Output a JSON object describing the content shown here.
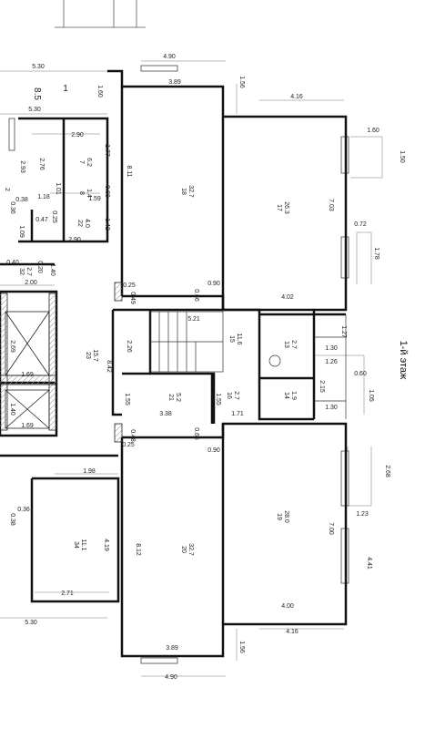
{
  "floor_title": "1-й этаж",
  "rooms": [
    {
      "key": "r1",
      "number": "1",
      "area": "8.5"
    },
    {
      "key": "r7",
      "number": "7",
      "area": "6.2"
    },
    {
      "key": "r8",
      "number": "8",
      "area": "1.4"
    },
    {
      "key": "r22",
      "number": "22",
      "area": "4.0"
    },
    {
      "key": "r18",
      "number": "18",
      "area": "32.7"
    },
    {
      "key": "r17",
      "number": "17",
      "area": "26.3"
    },
    {
      "key": "r32",
      "number": "32",
      "area": "2.7"
    },
    {
      "key": "r23",
      "number": "23",
      "area": "15.7"
    },
    {
      "key": "r15",
      "number": "15",
      "area": "11.6"
    },
    {
      "key": "r13",
      "number": "13",
      "area": "2.7"
    },
    {
      "key": "r14",
      "number": "14",
      "area": "1.9"
    },
    {
      "key": "r16",
      "number": "16",
      "area": "2.7"
    },
    {
      "key": "r21",
      "number": "21",
      "area": "5.2"
    },
    {
      "key": "r34",
      "number": "34",
      "area": "11.1"
    },
    {
      "key": "r20",
      "number": "20",
      "area": "32.7"
    },
    {
      "key": "r19",
      "number": "19",
      "area": "28.0"
    }
  ],
  "dims": {
    "d530a": "5.30",
    "d530b": "5.30",
    "d490t": "4.90",
    "d389t": "3.89",
    "d160a": "1.60",
    "d156t": "1.56",
    "d416t": "4.16",
    "d290a": "2.90",
    "d177": "1.77",
    "d293": "2.93",
    "d276": "2.76",
    "d811": "8.11",
    "d160b": "1.60",
    "d150": "1.50",
    "d101": "1.01",
    "d159": "1.59",
    "d068": "0.68",
    "d703": "7.03",
    "d2": "2",
    "d038a": "0.38",
    "d118": "1.18",
    "d036": "0.36",
    "d047": "0.47",
    "d025a": "0.25",
    "d142": "1.42",
    "d072": "0.72",
    "d109": "1.09",
    "d290b": "2.90",
    "d178": "1.78",
    "d040": "0.40",
    "d020": "0.20",
    "d140a": "1.40",
    "d200": "2.00",
    "d025b": "0.25",
    "d049": "0.49",
    "d066a": "0.66",
    "d090a": "0.90",
    "d402": "4.02",
    "d521": "5.21",
    "d127": "1.27",
    "d269": "2.69",
    "d226": "2.26",
    "d130a": "1.30",
    "d842": "8.42",
    "d126": "1.26",
    "d169a": "1.69",
    "d060": "0.60",
    "d215": "2.15",
    "d105": "1.05",
    "d155": "1.55",
    "d140b": "1.40",
    "d130b": "1.30",
    "d338": "3.38",
    "d171": "1.71",
    "d169b": "1.69",
    "d048": "0.48",
    "d025c": "0.25",
    "d066b": "0.66",
    "d090b": "0.90",
    "d268": "2.68",
    "d198": "1.98",
    "d036b": "0.36",
    "d038b": "0.38",
    "d123": "1.23",
    "d419": "4.19",
    "d812": "8.12",
    "d700": "7.00",
    "d441": "4.41",
    "d271": "2.71",
    "d400": "4.00",
    "d530c": "5.30",
    "d416b": "4.16",
    "d389b": "3.89",
    "d156b": "1.56",
    "d490b": "4.90"
  }
}
